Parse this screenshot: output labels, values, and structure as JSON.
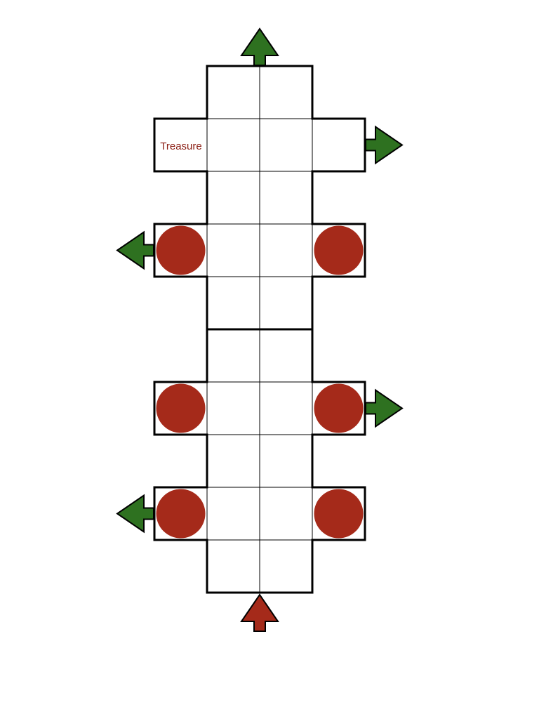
{
  "board": {
    "treasure_label": "Treasure",
    "colors": {
      "background": "#ffffff",
      "outline": "#000000",
      "exit_arrow": "#2e7120",
      "entry_arrow": "#a52a1a",
      "hazard": "#a52a1a",
      "treasure_text": "#8b1e14"
    },
    "hazards": [
      {
        "row": 4,
        "col": 0
      },
      {
        "row": 4,
        "col": 3
      },
      {
        "row": 7,
        "col": 0
      },
      {
        "row": 7,
        "col": 3
      },
      {
        "row": 9,
        "col": 0
      },
      {
        "row": 9,
        "col": 3
      }
    ],
    "exits": [
      {
        "icon": "exit-arrow-up-icon",
        "dir": "up",
        "row": 1,
        "col": 1.5
      },
      {
        "icon": "exit-arrow-right-icon",
        "dir": "right",
        "row": 2,
        "col": 3
      },
      {
        "icon": "exit-arrow-left-icon",
        "dir": "left",
        "row": 4,
        "col": 0
      },
      {
        "icon": "exit-arrow-right-icon",
        "dir": "right",
        "row": 7,
        "col": 3
      },
      {
        "icon": "exit-arrow-left-icon",
        "dir": "left",
        "row": 9,
        "col": 0
      }
    ],
    "entry": {
      "icon": "entry-arrow-up-icon",
      "dir": "up",
      "row": 10,
      "col": 1.5
    }
  }
}
